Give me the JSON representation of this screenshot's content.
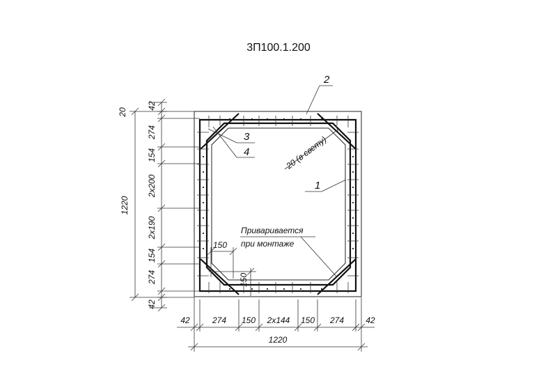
{
  "title": "3П100.1.200",
  "callouts": {
    "c1": "1",
    "c2": "2",
    "c3": "3",
    "c4": "4"
  },
  "note_gap": "20 (в свету)",
  "note_weld_line1": "Приваривается",
  "note_weld_line2": "при монтаже",
  "left_dims": {
    "top_offset": "20",
    "d42_top": "42",
    "d274_top": "274",
    "d154_top": "154",
    "d2x200": "2x200",
    "d2x190": "2x190",
    "d154_bot": "154",
    "d274_bot": "274",
    "d42_bot": "42",
    "overall": "1220"
  },
  "inner_dims": {
    "d150_h": "150",
    "d150_v": "150"
  },
  "bottom_dims": {
    "d42_left": "42",
    "d274_left": "274",
    "d150_left": "150",
    "d2x144": "2x144",
    "d150_right": "150",
    "d274_right": "274",
    "d42_right": "42",
    "overall": "1220"
  }
}
